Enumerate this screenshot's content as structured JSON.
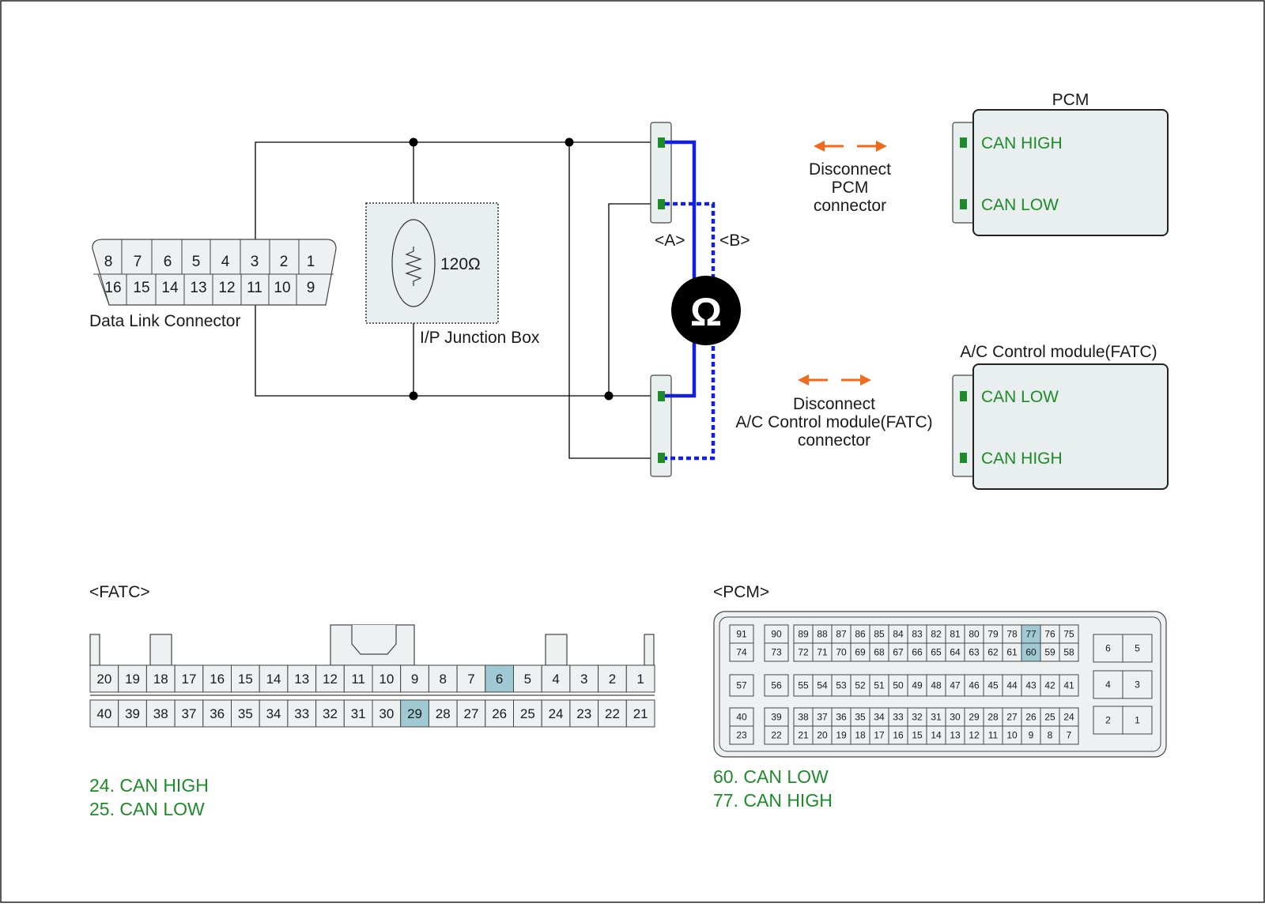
{
  "dlc": {
    "label": "Data Link Connector",
    "top_pins": [
      "8",
      "7",
      "6",
      "5",
      "4",
      "3",
      "2",
      "1"
    ],
    "bottom_pins": [
      "16",
      "15",
      "14",
      "13",
      "12",
      "11",
      "10",
      "9"
    ]
  },
  "junction_box": {
    "label": "I/P Junction Box",
    "resistor": "120Ω"
  },
  "connector_a": "<A>",
  "connector_b": "<B>",
  "ohmmeter_symbol": "Ω",
  "pcm_module": {
    "title": "PCM",
    "pin1": "CAN HIGH",
    "pin2": "CAN LOW",
    "disconnect": [
      "Disconnect",
      "PCM",
      "connector"
    ]
  },
  "fatc_module": {
    "title": "A/C Control module(FATC)",
    "pin1": "CAN LOW",
    "pin2": "CAN HIGH",
    "disconnect": [
      "Disconnect",
      "A/C Control module(FATC)",
      "connector"
    ]
  },
  "fatc_connector": {
    "label": "<FATC>",
    "top_row": [
      "20",
      "19",
      "18",
      "17",
      "16",
      "15",
      "14",
      "13",
      "12",
      "11",
      "10",
      "9",
      "8",
      "7",
      "6",
      "5",
      "4",
      "3",
      "2",
      "1"
    ],
    "bottom_row": [
      "40",
      "39",
      "38",
      "37",
      "36",
      "35",
      "34",
      "33",
      "32",
      "31",
      "30",
      "29",
      "28",
      "27",
      "26",
      "25",
      "24",
      "23",
      "22",
      "21"
    ],
    "highlighted": [
      "6",
      "29"
    ],
    "legend": [
      "24. CAN HIGH",
      "25. CAN LOW"
    ]
  },
  "pcm_connector": {
    "label": "<PCM>",
    "block1": [
      [
        "91",
        "74"
      ],
      [
        "90",
        "73"
      ]
    ],
    "row1": [
      "89",
      "88",
      "87",
      "86",
      "85",
      "84",
      "83",
      "82",
      "81",
      "80",
      "79",
      "78",
      "77",
      "76",
      "75"
    ],
    "row2": [
      "72",
      "71",
      "70",
      "69",
      "68",
      "67",
      "66",
      "65",
      "64",
      "63",
      "62",
      "61",
      "60",
      "59",
      "58"
    ],
    "mid_left": [
      "57",
      "56"
    ],
    "row3": [
      "55",
      "54",
      "53",
      "52",
      "51",
      "50",
      "49",
      "48",
      "47",
      "46",
      "45",
      "44",
      "43",
      "42",
      "41"
    ],
    "block3": [
      [
        "40",
        "23"
      ],
      [
        "39",
        "22"
      ]
    ],
    "row4": [
      "38",
      "37",
      "36",
      "35",
      "34",
      "33",
      "32",
      "31",
      "30",
      "29",
      "28",
      "27",
      "26",
      "25",
      "24"
    ],
    "row5": [
      "21",
      "20",
      "19",
      "18",
      "17",
      "16",
      "15",
      "14",
      "13",
      "12",
      "11",
      "10",
      "9",
      "8",
      "7"
    ],
    "right": [
      [
        "6",
        "5"
      ],
      [
        "4",
        "3"
      ],
      [
        "2",
        "1"
      ]
    ],
    "highlighted": [
      "77",
      "60"
    ],
    "legend": [
      "60. CAN LOW",
      "77. CAN HIGH"
    ]
  },
  "colors": {
    "wire": "#000000",
    "probe": "#1420e0",
    "arrow": "#f06a1e",
    "text_green": "#1e8b2a",
    "highlight": "#9fc9d3",
    "panel": "#e9eeee"
  }
}
